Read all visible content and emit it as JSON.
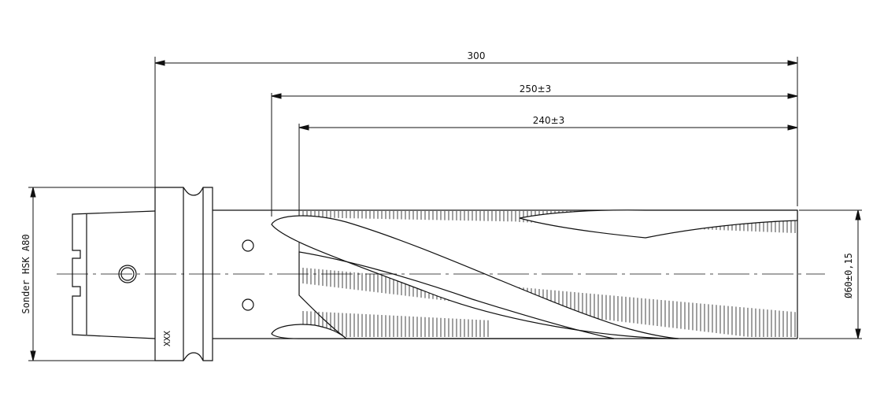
{
  "dimensions": {
    "overall_length": "300",
    "flute_length": "250±3",
    "cutting_length": "240±3",
    "diameter": "Ø60±0,15"
  },
  "labels": {
    "holder": "Sonder HSK A80",
    "marking": "XXX"
  },
  "colors": {
    "line": "#111111",
    "background": "#ffffff"
  }
}
